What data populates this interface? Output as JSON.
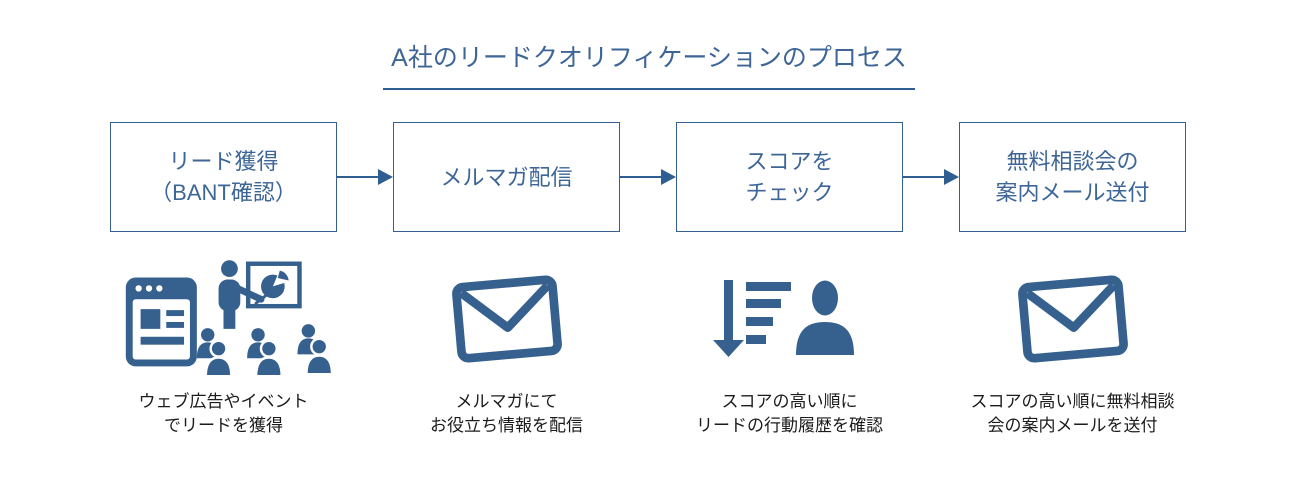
{
  "title": "A社のリードクオリフィケーションのプロセス",
  "colors": {
    "background": "#FFFFFF",
    "accent_text": "#3D6697",
    "box_border": "#336090",
    "line": "#2F5E91",
    "icon": "#36618F",
    "caption_text": "#1B1B1B"
  },
  "steps": [
    {
      "label_lines": [
        "リード獲得",
        "（BANT確認）"
      ],
      "icon": "web-ad-and-seminar-icon",
      "caption_lines": [
        "ウェブ広告やイベント",
        "でリードを獲得"
      ]
    },
    {
      "label_lines": [
        "メルマガ配信"
      ],
      "icon": "envelope-icon",
      "caption_lines": [
        "メルマガにて",
        "お役立ち情報を配信"
      ]
    },
    {
      "label_lines": [
        "スコアを",
        "チェック"
      ],
      "icon": "sort-descending-and-person-icon",
      "caption_lines": [
        "スコアの高い順に",
        "リードの行動履歴を確認"
      ]
    },
    {
      "label_lines": [
        "無料相談会の",
        "案内メール送付"
      ],
      "icon": "envelope-icon",
      "caption_lines": [
        "スコアの高い順に無料相談",
        "会の案内メールを送付"
      ]
    }
  ]
}
